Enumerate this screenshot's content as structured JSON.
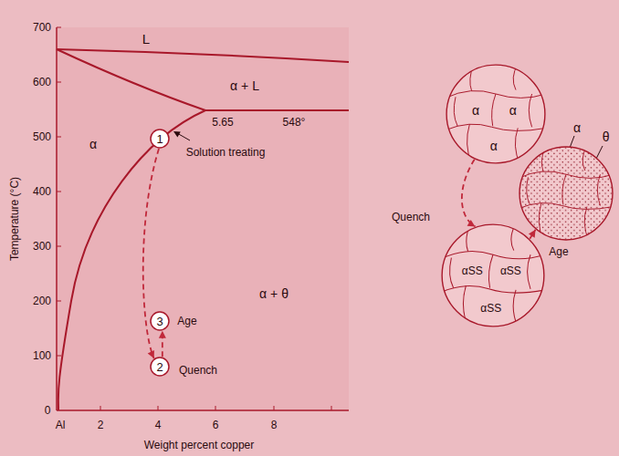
{
  "diagram": {
    "nodes": [
      {
        "text": [
          "1"
        ]
      },
      {
        "text": [
          "3"
        ]
      },
      {
        "text": [
          "2"
        ]
      },
      {
        "text": [
          "α",
          "α",
          "α"
        ]
      },
      {
        "text": [
          "α",
          "θ"
        ]
      },
      {
        "text": [
          "αSS",
          "αSS",
          "αSS"
        ]
      }
    ],
    "edges": [
      {
        "from": 0,
        "to": 2,
        "arrow": "to"
      },
      {
        "from": 2,
        "to": 1,
        "arrow": "to"
      },
      {
        "from": 3,
        "to": 5,
        "arrow": "to"
      },
      {
        "from": 5,
        "to": 4,
        "arrow": "to"
      }
    ],
    "labels": [
      "700",
      "600",
      "500",
      "400",
      "300",
      "200",
      "100",
      "0",
      "L",
      "α + L",
      "α",
      "5.65",
      "548°",
      "Solution treating",
      "α + θ",
      "Age",
      "Quench",
      "Temperature (°C)",
      "Al",
      "2",
      "4",
      "6",
      "8",
      "Weight percent copper",
      "Quench",
      "Age"
    ]
  }
}
